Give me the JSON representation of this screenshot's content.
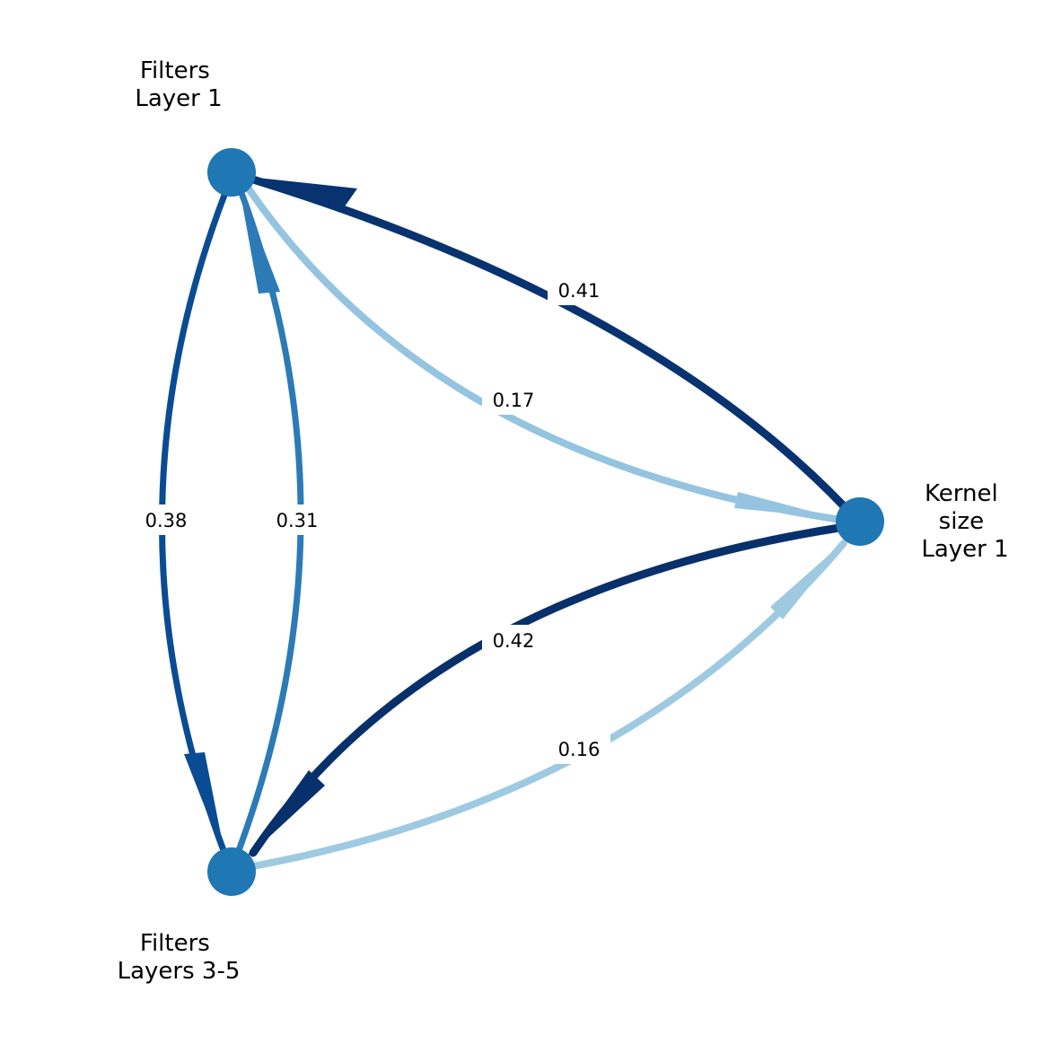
{
  "nodes": [
    {
      "id": "filters_l1",
      "label_lines": [
        "Filters",
        "Layer 1"
      ],
      "color": "#1f77b4"
    },
    {
      "id": "kernel_l1",
      "label_lines": [
        "Kernel",
        "size",
        "Layer 1"
      ],
      "color": "#1f77b4"
    },
    {
      "id": "filters_l35",
      "label_lines": [
        "Filters",
        "Layers 3-5"
      ],
      "color": "#1f77b4"
    }
  ],
  "edges": [
    {
      "from": "kernel_l1",
      "to": "filters_l1",
      "weight": "0.41",
      "color": "#083370"
    },
    {
      "from": "filters_l1",
      "to": "kernel_l1",
      "weight": "0.17",
      "color": "#94c4df"
    },
    {
      "from": "filters_l1",
      "to": "filters_l35",
      "weight": "0.38",
      "color": "#0a4c94"
    },
    {
      "from": "filters_l35",
      "to": "filters_l1",
      "weight": "0.31",
      "color": "#2c7bb6"
    },
    {
      "from": "kernel_l1",
      "to": "filters_l35",
      "weight": "0.42",
      "color": "#08306b"
    },
    {
      "from": "filters_l35",
      "to": "kernel_l1",
      "weight": "0.16",
      "color": "#9ecae1"
    }
  ]
}
